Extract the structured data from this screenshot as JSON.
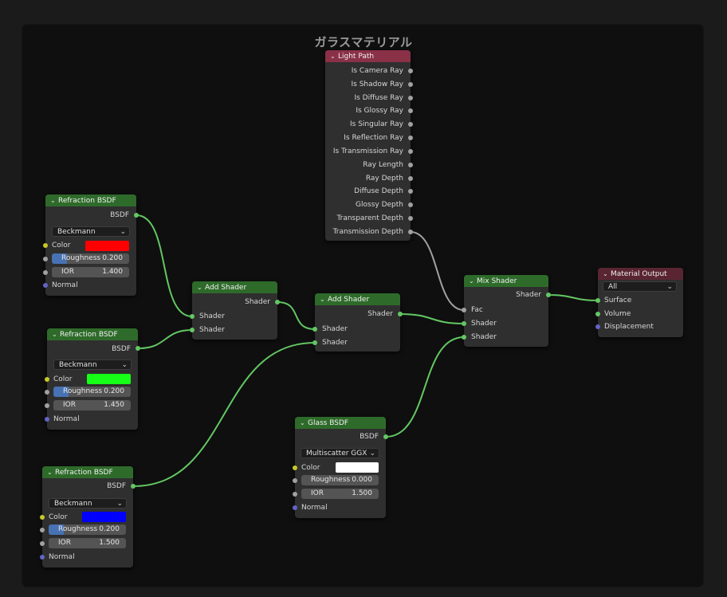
{
  "frame": {
    "title": "ガラスマテリアル"
  },
  "socket_colors": {
    "shader": "#63c763",
    "float": "#a1a1a1",
    "color": "#c7c729",
    "vector": "#6363c7"
  },
  "light_path": {
    "title": "Light Path",
    "outputs": [
      "Is Camera Ray",
      "Is Shadow Ray",
      "Is Diffuse Ray",
      "Is Glossy Ray",
      "Is Singular Ray",
      "Is Reflection Ray",
      "Is Transmission Ray",
      "Ray Length",
      "Ray Depth",
      "Diffuse Depth",
      "Glossy Depth",
      "Transparent Depth",
      "Transmission Depth"
    ]
  },
  "refraction1": {
    "title": "Refraction BSDF",
    "output": "BSDF",
    "distribution": "Beckmann",
    "color_label": "Color",
    "color": "#ff0000",
    "roughness_label": "Roughness",
    "roughness": "0.200",
    "roughness_fraction": 0.2,
    "ior_label": "IOR",
    "ior": "1.400",
    "normal_label": "Normal"
  },
  "refraction2": {
    "title": "Refraction BSDF",
    "output": "BSDF",
    "distribution": "Beckmann",
    "color_label": "Color",
    "color": "#16ff16",
    "roughness_label": "Roughness",
    "roughness": "0.200",
    "roughness_fraction": 0.2,
    "ior_label": "IOR",
    "ior": "1.450",
    "normal_label": "Normal"
  },
  "refraction3": {
    "title": "Refraction BSDF",
    "output": "BSDF",
    "distribution": "Beckmann",
    "color_label": "Color",
    "color": "#0000ff",
    "roughness_label": "Roughness",
    "roughness": "0.200",
    "roughness_fraction": 0.2,
    "ior_label": "IOR",
    "ior": "1.500",
    "normal_label": "Normal"
  },
  "add1": {
    "title": "Add Shader",
    "output": "Shader",
    "input1": "Shader",
    "input2": "Shader"
  },
  "add2": {
    "title": "Add Shader",
    "output": "Shader",
    "input1": "Shader",
    "input2": "Shader"
  },
  "glass": {
    "title": "Glass BSDF",
    "output": "BSDF",
    "distribution": "Multiscatter GGX",
    "color_label": "Color",
    "color": "#ffffff",
    "roughness_label": "Roughness",
    "roughness": "0.000",
    "ior_label": "IOR",
    "ior": "1.500",
    "normal_label": "Normal"
  },
  "mix": {
    "title": "Mix Shader",
    "output": "Shader",
    "fac": "Fac",
    "input1": "Shader",
    "input2": "Shader"
  },
  "output": {
    "title": "Material Output",
    "target": "All",
    "surface": "Surface",
    "volume": "Volume",
    "displacement": "Displacement"
  }
}
